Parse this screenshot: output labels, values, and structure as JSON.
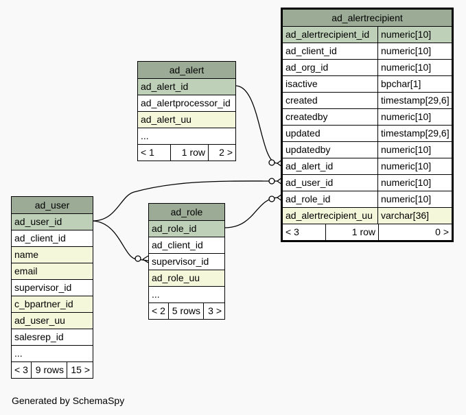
{
  "tables": {
    "ad_alertrecipient": {
      "name": "ad_alertrecipient",
      "columns": [
        {
          "name": "ad_alertrecipient_id",
          "type": "numeric[10]"
        },
        {
          "name": "ad_client_id",
          "type": "numeric[10]"
        },
        {
          "name": "ad_org_id",
          "type": "numeric[10]"
        },
        {
          "name": "isactive",
          "type": "bpchar[1]"
        },
        {
          "name": "created",
          "type": "timestamp[29,6]"
        },
        {
          "name": "createdby",
          "type": "numeric[10]"
        },
        {
          "name": "updated",
          "type": "timestamp[29,6]"
        },
        {
          "name": "updatedby",
          "type": "numeric[10]"
        },
        {
          "name": "ad_alert_id",
          "type": "numeric[10]"
        },
        {
          "name": "ad_user_id",
          "type": "numeric[10]"
        },
        {
          "name": "ad_role_id",
          "type": "numeric[10]"
        },
        {
          "name": "ad_alertrecipient_uu",
          "type": "varchar[36]"
        }
      ],
      "nav": {
        "parents": "< 3",
        "rows": "1 row",
        "children": "0 >"
      }
    },
    "ad_alert": {
      "name": "ad_alert",
      "columns": [
        "ad_alert_id",
        "ad_alertprocessor_id",
        "ad_alert_uu",
        "..."
      ],
      "nav": {
        "parents": "< 1",
        "rows": "1 row",
        "children": "2 >"
      }
    },
    "ad_user": {
      "name": "ad_user",
      "columns": [
        "ad_user_id",
        "ad_client_id",
        "name",
        "email",
        "supervisor_id",
        "c_bpartner_id",
        "ad_user_uu",
        "salesrep_id",
        "..."
      ],
      "nav": {
        "parents": "< 3",
        "rows": "9 rows",
        "children": "15 >"
      }
    },
    "ad_role": {
      "name": "ad_role",
      "columns": [
        "ad_role_id",
        "ad_client_id",
        "supervisor_id",
        "ad_role_uu",
        "..."
      ],
      "nav": {
        "parents": "< 2",
        "rows": "5 rows",
        "children": "3 >"
      }
    }
  },
  "colors": {
    "header": "#9bab96",
    "primary_key": "#bed1b8",
    "indexed": "#f4f7da",
    "background": "#f9f9f9"
  },
  "footer": "Generated by SchemaSpy"
}
